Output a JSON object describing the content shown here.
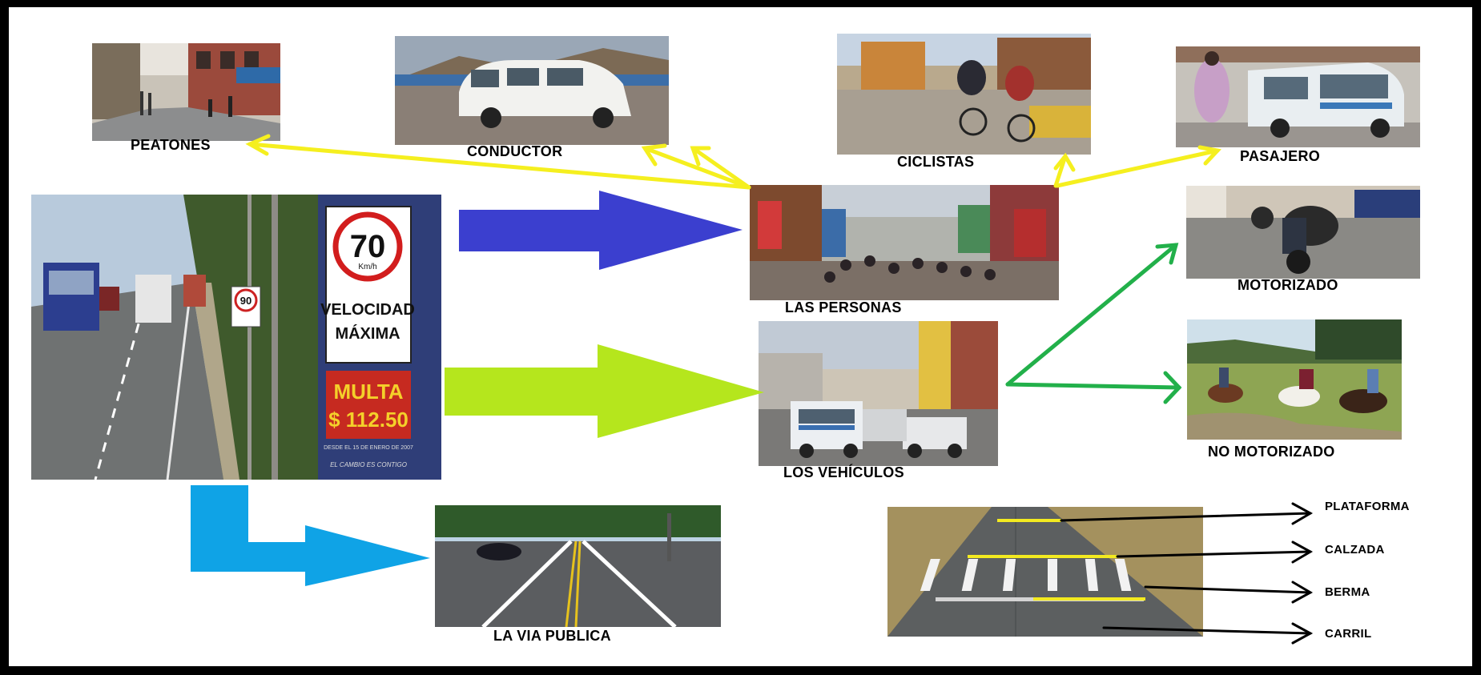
{
  "labels": {
    "peatones": "PEATONES",
    "conductor": "CONDUCTOR",
    "ciclistas": "CICLISTAS",
    "pasajero": "PASAJERO",
    "las_personas": "LAS PERSONAS",
    "motorizado": "MOTORIZADO",
    "los_vehiculos": "LOS VEHÍCULOS",
    "no_motorizado": "NO MOTORIZADO",
    "la_via_publica": "LA VIA PUBLICA",
    "plataforma": "PLATAFORMA",
    "calzada": "CALZADA",
    "berma": "BERMA",
    "carril": "CARRIL"
  },
  "sign": {
    "speed": "70",
    "unit": "Km/h",
    "line1": "VELOCIDAD",
    "line2": "MÁXIMA",
    "fine1": "MULTA",
    "fine2": "$ 112.50",
    "small_sign": "90",
    "footer": "EL CAMBIO ES CONTIGO",
    "small_text": "DESDE EL 15 DE ENERO DE 2007"
  },
  "colors": {
    "arrow_blue": "#3b3fcf",
    "arrow_lime": "#b5e61d",
    "arrow_cyan": "#0fa3e6",
    "arrow_yellow": "#f5ef1f",
    "arrow_green": "#22b04a",
    "arrow_black": "#000000",
    "frame": "#000000"
  }
}
